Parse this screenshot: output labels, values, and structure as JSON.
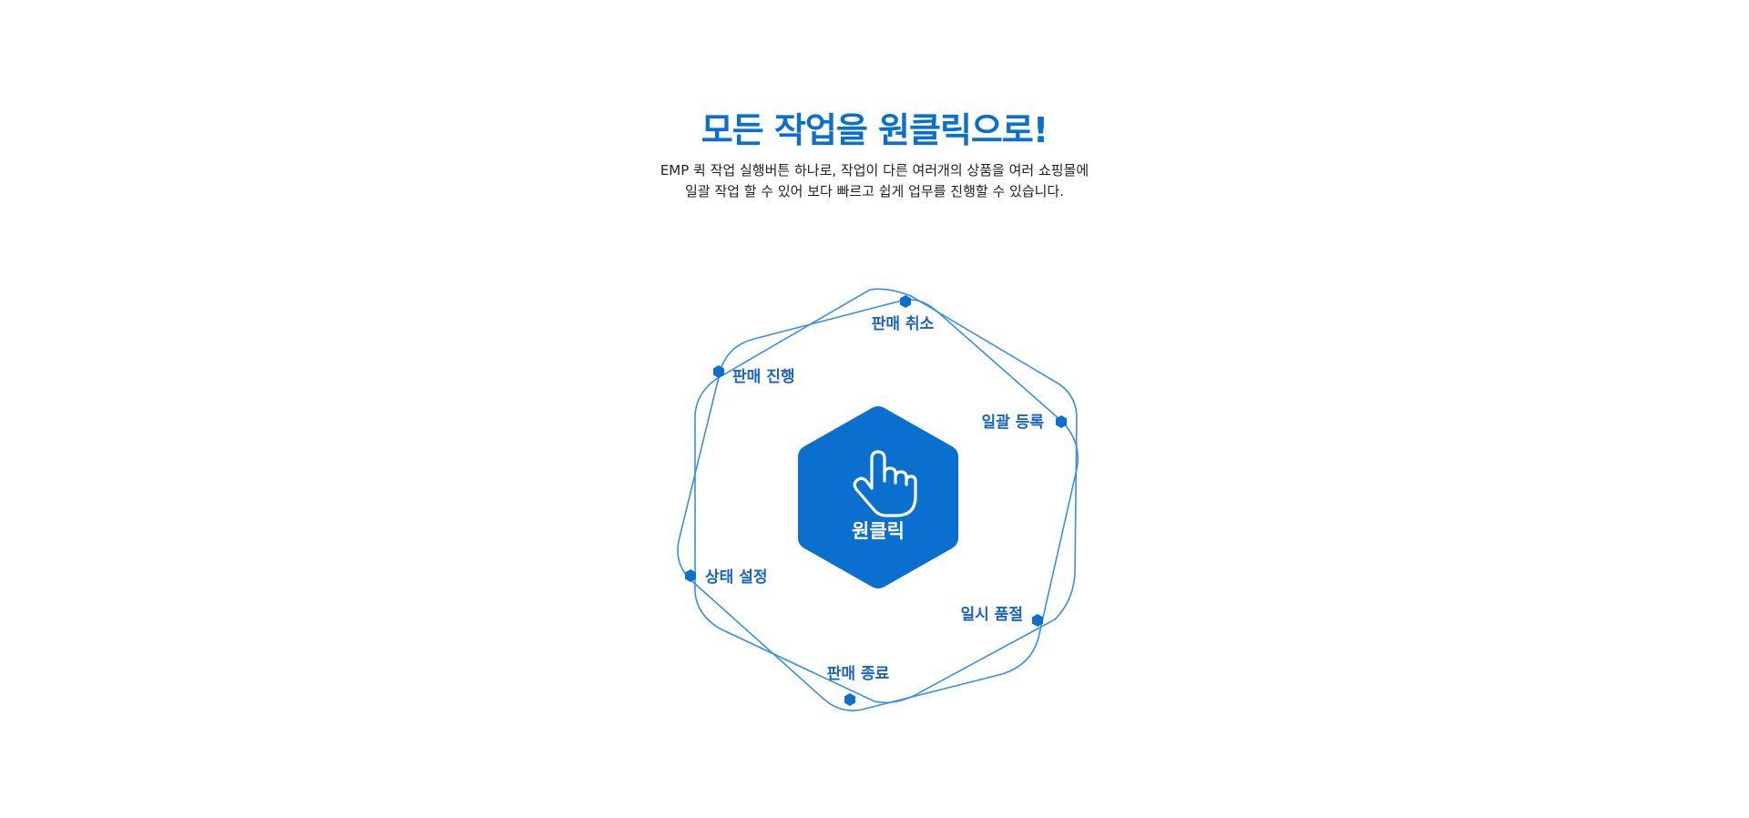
{
  "header": {
    "title": "모든 작업을 원클릭으로!",
    "description_line1": "EMP 퀵 작업 실행버튼 하나로, 작업이 다른 여러개의 상품을 여러 쇼핑몰에",
    "description_line2": "일괄 작업 할 수 있어 보다 빠르고 쉽게 업무를 진행할 수 있습니다."
  },
  "hub": {
    "icon": "pointing-hand-icon",
    "label": "원클릭"
  },
  "nodes": [
    {
      "id": "cancel-sale",
      "label": "판매 취소"
    },
    {
      "id": "bulk-register",
      "label": "일괄 등록"
    },
    {
      "id": "temp-soldout",
      "label": "일시 품절"
    },
    {
      "id": "end-sale",
      "label": "판매 종료"
    },
    {
      "id": "status-setting",
      "label": "상태 설정"
    },
    {
      "id": "sale-progress",
      "label": "판매 진행"
    }
  ],
  "colors": {
    "accent": "#0a6fd1",
    "hub_fill": "#0b6fd0",
    "line": "#3b8fe0",
    "text": "#222222"
  }
}
